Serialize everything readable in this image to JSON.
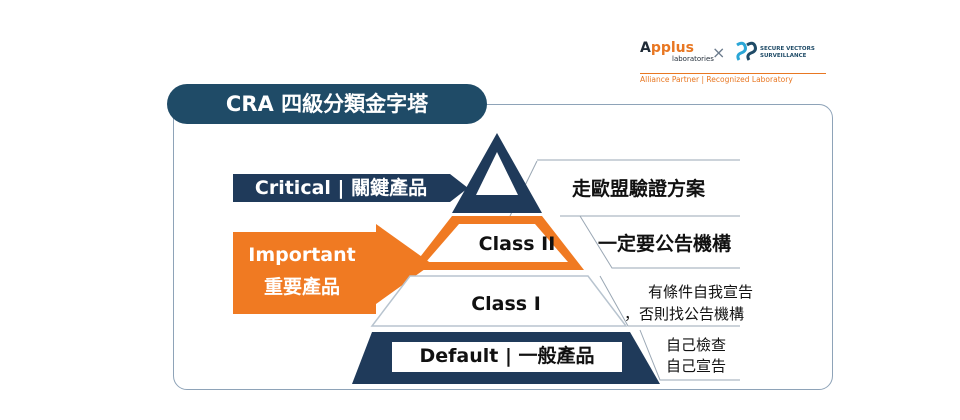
{
  "title": "CRA 四級分類金字塔",
  "logo": {
    "brand_a": "A",
    "brand_b": "pplus",
    "brand_sub": "laboratories",
    "separator": "×",
    "partner_name_1": "SECURE VECTORS",
    "partner_name_2": "SURVEILLANCE",
    "badge": "Alliance Partner  |  Recognized Laboratory"
  },
  "levels": {
    "critical": {
      "side_label": "Critical | 關鍵產品",
      "right_text": "走歐盟驗證方案"
    },
    "class2": {
      "center_label": "Class II",
      "right_text": "一定要公告機構"
    },
    "important": {
      "side_label_1": "Important",
      "side_label_2": "重要產品"
    },
    "class1": {
      "center_label": "Class I",
      "right_text_1": "有條件自我宣告",
      "right_text_2": "，否則找公告機構"
    },
    "default": {
      "center_label": "Default | 一般產品",
      "right_text_1": "自己檢查",
      "right_text_2": "自己宣告"
    }
  },
  "colors": {
    "navy": "#1f3a5a",
    "orange": "#f07a22",
    "title_bg": "#1f4b67",
    "frame": "#8ea3b8"
  }
}
